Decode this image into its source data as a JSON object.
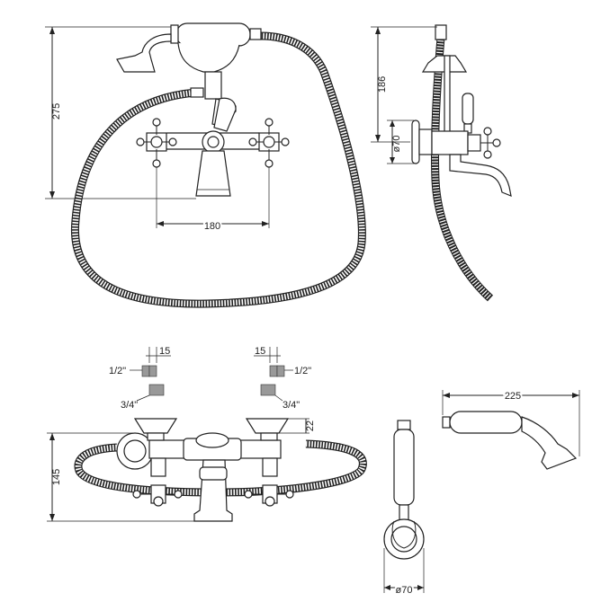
{
  "dimensions": {
    "height_total": "275",
    "spacing": "180",
    "riser_height": "186",
    "flange_diameter": "ø70",
    "inlet_offset_left": "15",
    "inlet_offset_right": "15",
    "thread_top_left": "1/2\"",
    "thread_bottom_left": "3/4\"",
    "thread_top_right": "1/2\"",
    "thread_bottom_right": "3/4\"",
    "collar_height": "22",
    "plan_height": "145",
    "handset_length": "225",
    "holder_diameter": "ø70"
  }
}
